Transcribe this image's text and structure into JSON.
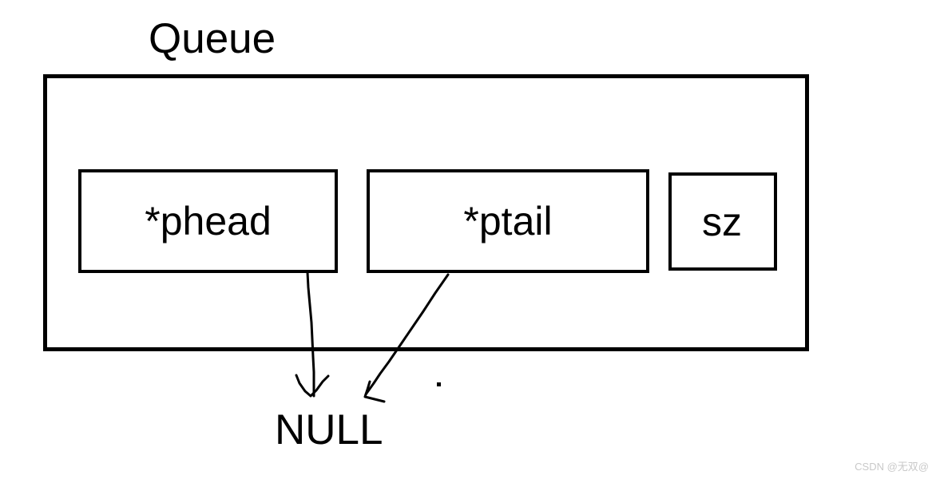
{
  "diagram": {
    "title": "Queue",
    "struct_box": {
      "name": "queue-struct-box",
      "border_color": "#000000"
    },
    "fields": [
      {
        "label": "*phead",
        "name": "field-phead"
      },
      {
        "label": "*ptail",
        "name": "field-ptail"
      },
      {
        "label": "sz",
        "name": "field-sz"
      }
    ],
    "pointer_target": "NULL",
    "arrows": [
      {
        "from": "*phead",
        "to": "NULL",
        "style": "hand-drawn"
      },
      {
        "from": "*ptail",
        "to": "NULL",
        "style": "hand-drawn"
      }
    ],
    "ink_color": "#000000",
    "background_color": "#ffffff"
  },
  "watermark": {
    "text": "CSDN @无双@",
    "color": "#c9c9c9"
  }
}
